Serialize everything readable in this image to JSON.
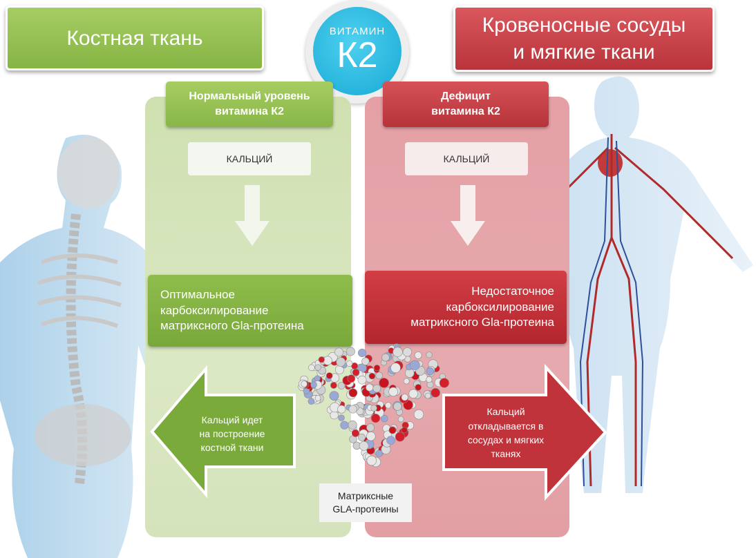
{
  "headers": {
    "left": "Костная ткань",
    "right_line1": "Кровеносные сосуды",
    "right_line2": "и мягкие ткани"
  },
  "badge": {
    "small": "ВИТАМИН",
    "big": "К2"
  },
  "left_column": {
    "title_line1": "Нормальный уровень",
    "title_line2": "витамина К2",
    "calcium": "КАЛЬЦИЙ",
    "mid_line1": "Оптимальное",
    "mid_line2": "карбоксилирование",
    "mid_line3": "матриксного Gla-протеина",
    "arrow_line1": "Кальций  идет",
    "arrow_line2": "на построение",
    "arrow_line3": "костной ткани"
  },
  "right_column": {
    "title_line1": "Дефицит",
    "title_line2": "витамина К2",
    "calcium": "КАЛЬЦИЙ",
    "mid_line1": "Недостаточное",
    "mid_line2": "карбоксилирование",
    "mid_line3": "матриксного Gla-протеина",
    "arrow_line1": "Кальций",
    "arrow_line2": "откладывается в",
    "arrow_line3": "сосудах и мягких",
    "arrow_line4": "тканях"
  },
  "legend": {
    "line1": "Матриксные",
    "line2": "GLA-протеины"
  },
  "colors": {
    "green": "#86b544",
    "red": "#b9343b",
    "cyan": "#17a9d4",
    "green_panel": "#d5e3bc",
    "red_panel": "#e4a0a5"
  },
  "icons": [
    "skeleton-figure",
    "circulatory-figure",
    "protein-molecule"
  ]
}
